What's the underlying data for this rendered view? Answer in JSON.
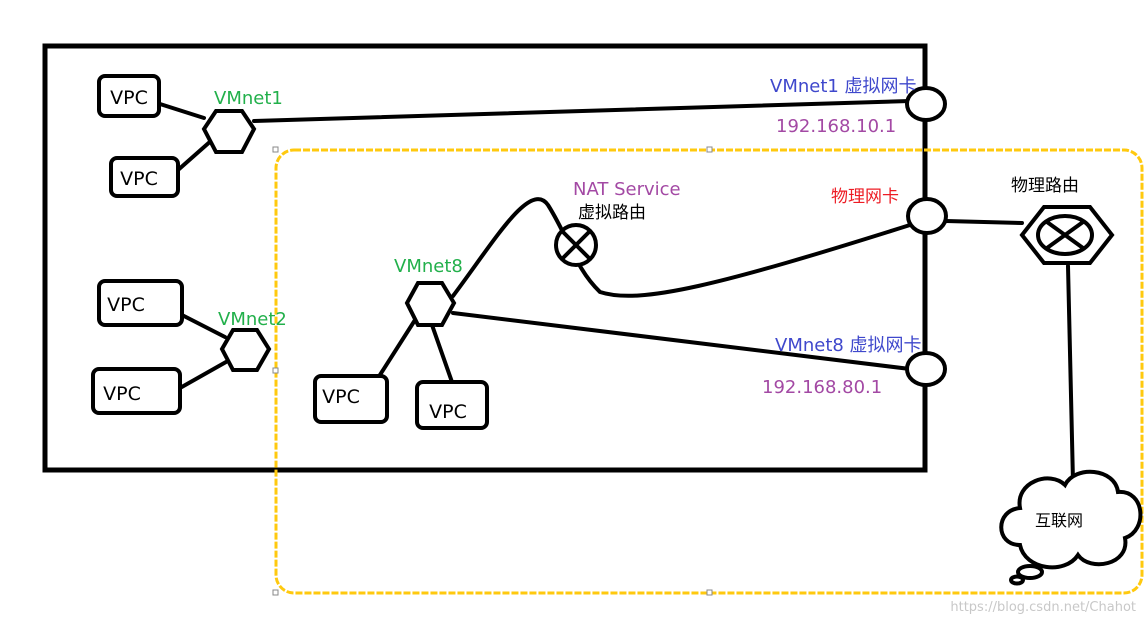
{
  "colors": {
    "green": "#22b04b",
    "blue": "#3f48cc",
    "purple": "#a349a4",
    "red": "#ed1c24",
    "yellow": "#ffc90e",
    "black": "#000000"
  },
  "vpc_label": "VPC",
  "vmnet1": {
    "name": "VMnet1",
    "adapter_label": "VMnet1 虚拟网卡",
    "ip": "192.168.10.1"
  },
  "vmnet2": {
    "name": "VMnet2"
  },
  "vmnet8": {
    "name": "VMnet8",
    "adapter_label": "VMnet8 虚拟网卡",
    "ip": "192.168.80.1"
  },
  "nat": {
    "service_label": "NAT Service",
    "router_label": "虚拟路由"
  },
  "physical_nic_label": "物理网卡",
  "physical_router_label": "物理路由",
  "internet_label": "互联网",
  "watermark": "https://blog.csdn.net/Chahot"
}
